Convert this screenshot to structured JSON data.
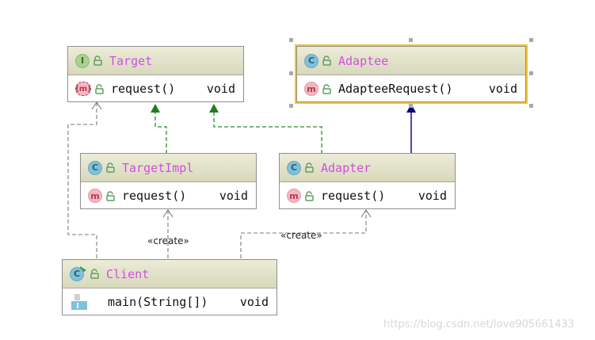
{
  "classes": {
    "target": {
      "badge": "I",
      "name": "Target",
      "method": "request()",
      "returns": "void"
    },
    "adaptee": {
      "badge": "C",
      "name": "Adaptee",
      "method": "AdapteeRequest()",
      "returns": "void"
    },
    "target_impl": {
      "badge": "C",
      "name": "TargetImpl",
      "method": "request()",
      "returns": "void"
    },
    "adapter": {
      "badge": "C",
      "name": "Adapter",
      "method": "request()",
      "returns": "void"
    },
    "client": {
      "badge": "C",
      "name": "Client",
      "method": "main(String[])",
      "returns": "void"
    }
  },
  "method_badge": "m",
  "abstract_method_badge": "(m)",
  "relations": {
    "create_label_1": "«create»",
    "create_label_2": "«create»"
  },
  "watermark": "https://blog.csdn.net/love905661433",
  "colors": {
    "class_name": "#d04fdc",
    "implements_arrow": "#2e8b2e",
    "extends_arrow": "#00007f",
    "dependency_arrow": "#7a7a7a",
    "selection": "#f2c429"
  }
}
